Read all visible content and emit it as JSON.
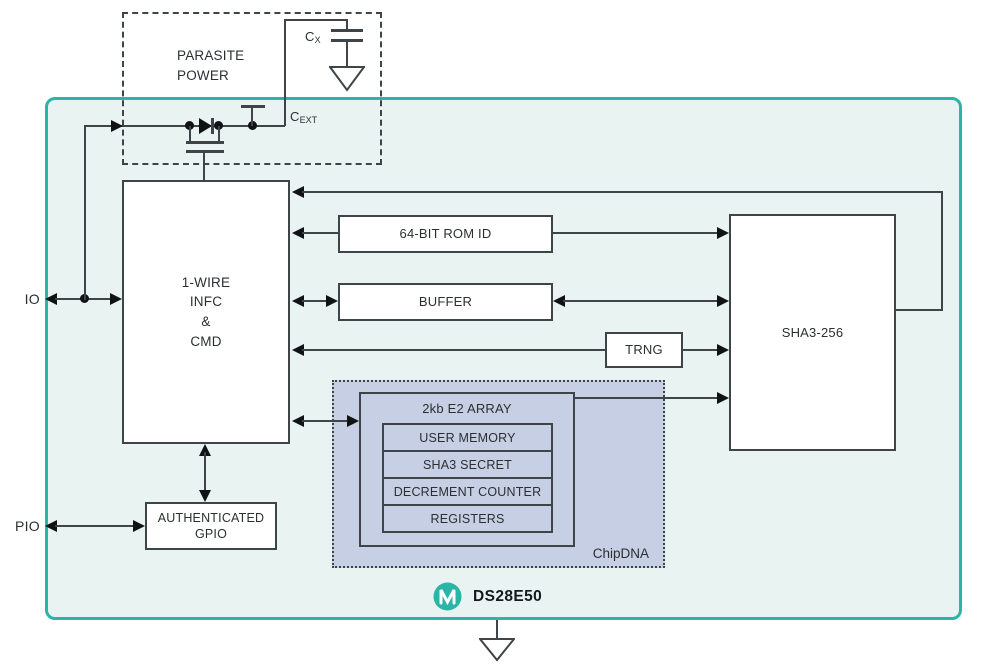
{
  "colors": {
    "teal": "#2ab5a6",
    "mint_fill": "#e9f4f2",
    "chipdna_fill": "#c6cfe3",
    "line": "#3f4449",
    "arrow": "#101214"
  },
  "pins": {
    "io": "IO",
    "pio": "PIO"
  },
  "parasite": {
    "title": "PARASITE\nPOWER",
    "cx_base": "C",
    "cx_sub": "X",
    "cext_base": "C",
    "cext_sub": "EXT"
  },
  "blocks": {
    "one_wire": "1-WIRE\nINFC\n&\nCMD",
    "rom_id": "64-BIT ROM ID",
    "buffer": "BUFFER",
    "trng": "TRNG",
    "sha3": "SHA3-256",
    "gpio": "AUTHENTICATED\nGPIO"
  },
  "chipdna": {
    "array_title": "2kb E2 ARRAY",
    "rows": [
      "USER MEMORY",
      "SHA3 SECRET",
      "DECREMENT COUNTER",
      "REGISTERS"
    ],
    "label": "ChipDNA"
  },
  "footer": {
    "part_number": "DS28E50"
  }
}
